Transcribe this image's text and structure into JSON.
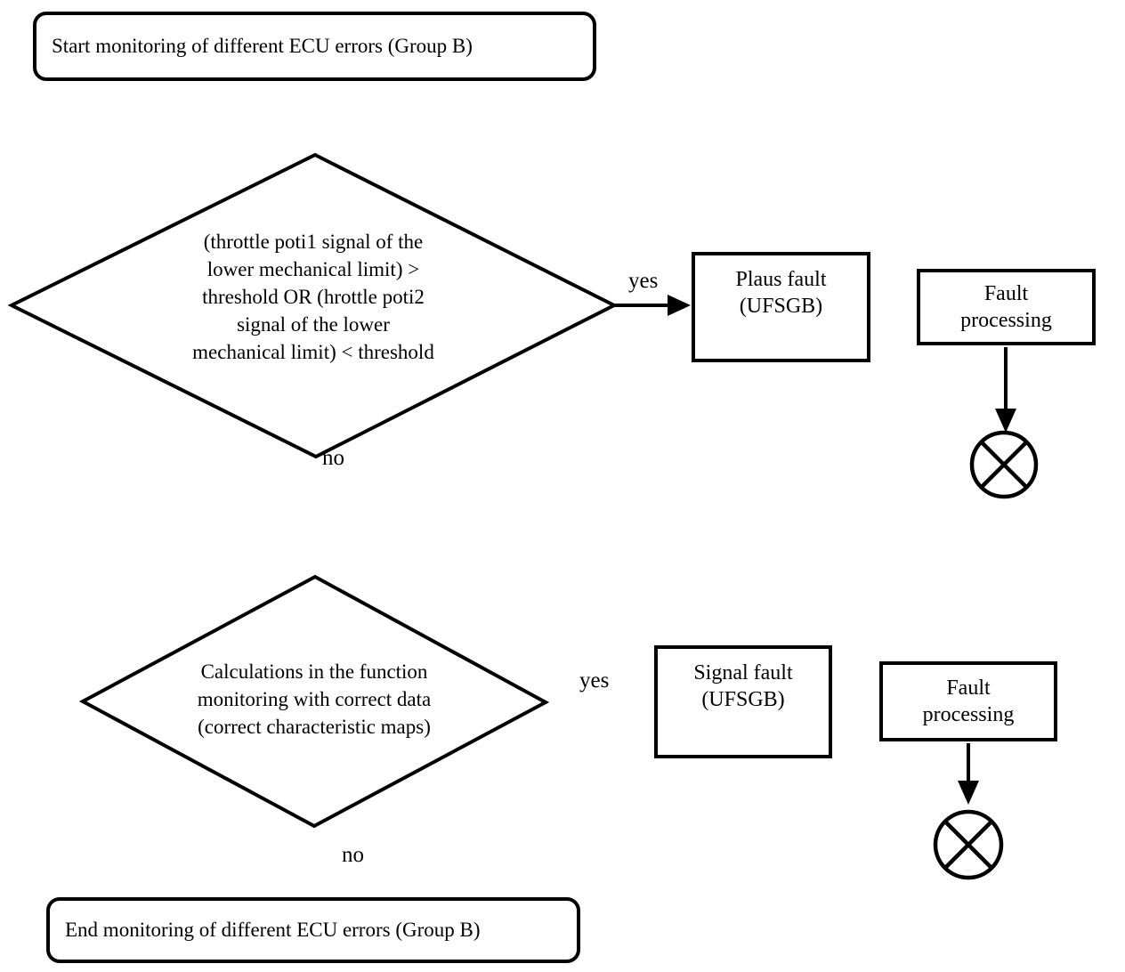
{
  "flowchart": {
    "start_label": "Start monitoring of different ECU errors (Group B)",
    "end_label": "End monitoring of different ECU errors (Group B)",
    "decision1": {
      "text": "(throttle poti1 signal of the\nlower mechanical limit) >\nthreshold OR (hrottle poti2\nsignal of the lower\nmechanical limit) < threshold",
      "yes_label": "yes",
      "no_label": "no"
    },
    "fault1": {
      "label": "Plaus fault\n(UFSGB)"
    },
    "processing1": {
      "label": "Fault\nprocessing"
    },
    "decision2": {
      "text": "Calculations in the function\nmonitoring with correct data\n(correct characteristic maps)",
      "yes_label": "yes",
      "no_label": "no"
    },
    "fault2": {
      "label": "Signal fault\n(UFSGB)"
    },
    "processing2": {
      "label": "Fault\nprocessing"
    },
    "colors": {
      "line": "#000000",
      "background": "#ffffff"
    }
  }
}
